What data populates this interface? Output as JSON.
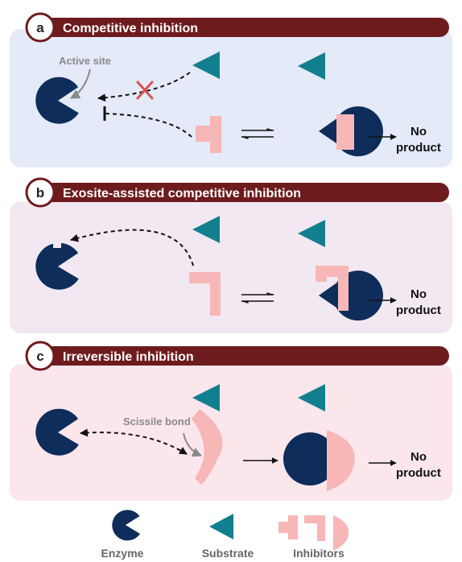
{
  "panels": [
    {
      "letter": "a",
      "title": "Competitive inhibition",
      "annotation": "Active site",
      "result_line1": "No",
      "result_line2": "product",
      "background": "#e4eaf7"
    },
    {
      "letter": "b",
      "title": "Exosite-assisted competitive inhibition",
      "result_line1": "No",
      "result_line2": "product",
      "background": "#f2e8f1"
    },
    {
      "letter": "c",
      "title": "Irreversible  inhibition",
      "annotation": "Scissile bond",
      "result_line1": "No",
      "result_line2": "product",
      "background": "#fbe6ec"
    }
  ],
  "legend": {
    "enzyme": "Enzyme",
    "substrate": "Substrate",
    "inhibitors": "Inhibitors"
  },
  "colors": {
    "enzyme": "#0e2d5a",
    "substrate": "#117f8e",
    "inhibitor": "#f6b7b6",
    "header": "#6e1b1d",
    "cross": "#d9534f",
    "annotation_text": "#8a8a8a"
  },
  "icons": [
    "enzyme-icon",
    "substrate-icon",
    "inhibitor-icon",
    "cross-icon",
    "arrow-icon",
    "equilibrium-icon"
  ]
}
